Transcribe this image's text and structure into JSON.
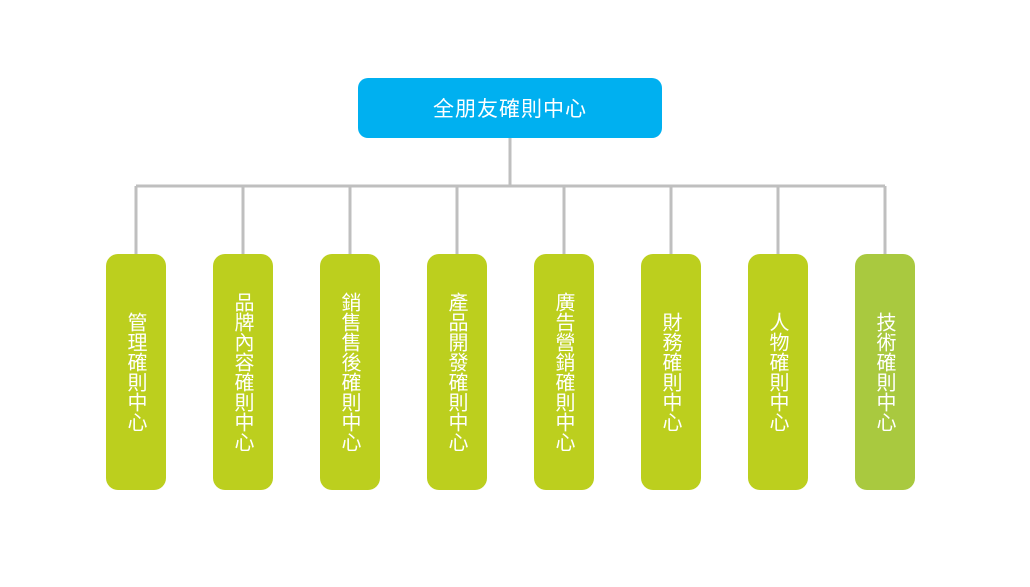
{
  "root": {
    "label": "全朋友確則中心",
    "color": "#00b0f0"
  },
  "children": [
    {
      "label": "管理確則中心",
      "color": "#bccf1e"
    },
    {
      "label": "品牌內容確則中心",
      "color": "#bccf1e"
    },
    {
      "label": "銷售售後確則中心",
      "color": "#bccf1e"
    },
    {
      "label": "產品開發確則中心",
      "color": "#bccf1e"
    },
    {
      "label": "廣告營銷確則中心",
      "color": "#bccf1e"
    },
    {
      "label": "財務確則中心",
      "color": "#bccf1e"
    },
    {
      "label": "人物確則中心",
      "color": "#bccf1e"
    },
    {
      "label": "技術確則中心",
      "color": "#a9c93f"
    }
  ],
  "connector_color": "#bfbfbf"
}
